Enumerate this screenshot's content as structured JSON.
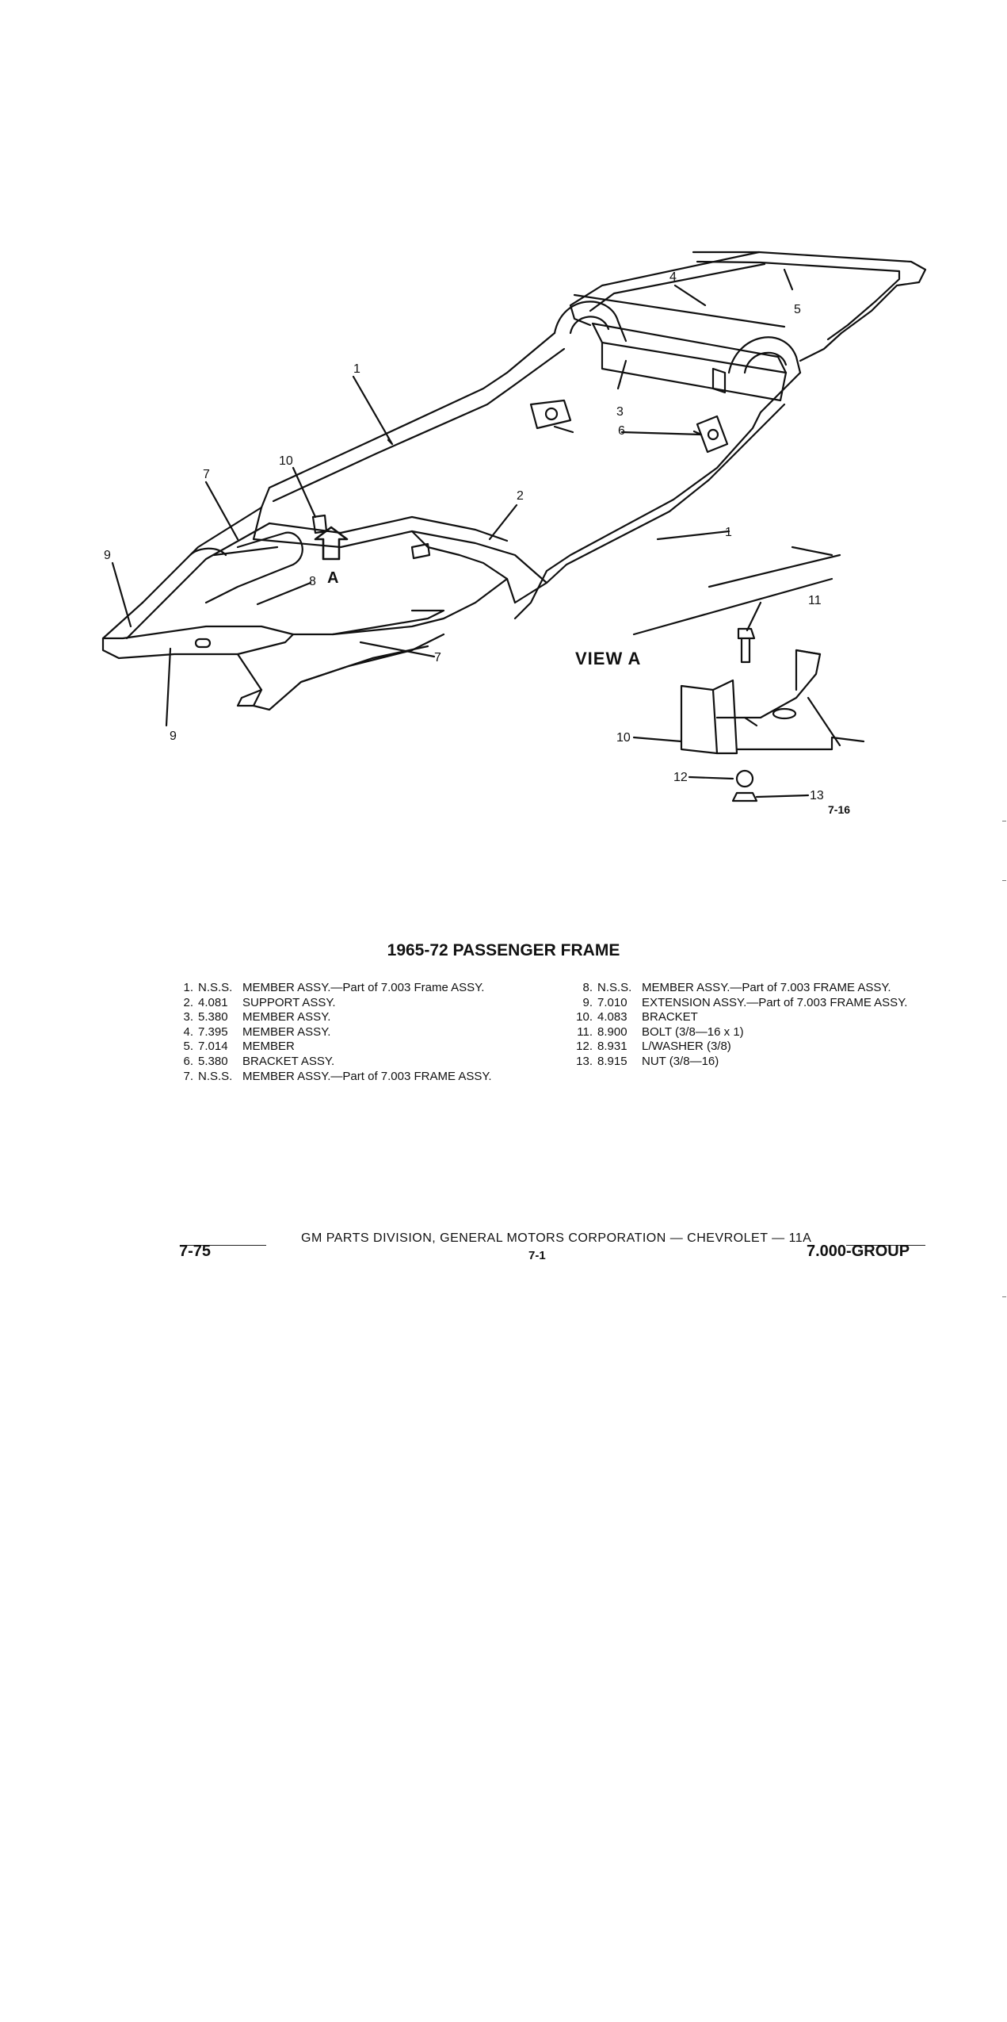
{
  "figure": {
    "callouts": {
      "c1a": "1",
      "c1b": "1",
      "c2": "2",
      "c3": "3",
      "c4": "4",
      "c5": "5",
      "c6": "6",
      "c7a": "7",
      "c7b": "7",
      "c8": "8",
      "c9a": "9",
      "c9b": "9",
      "c10a": "10",
      "c10b": "10",
      "c11": "11",
      "c12": "12",
      "c13": "13"
    },
    "arrow_label": "A",
    "view_label": "VIEW  A",
    "figure_number": "7-16"
  },
  "title": "1965-72 PASSENGER FRAME",
  "parts_left": [
    {
      "num": "1.",
      "code": "N.S.S.",
      "desc": "MEMBER ASSY.—Part of 7.003 Frame ASSY."
    },
    {
      "num": "2.",
      "code": "4.081",
      "desc": "SUPPORT ASSY."
    },
    {
      "num": "3.",
      "code": "5.380",
      "desc": "MEMBER ASSY."
    },
    {
      "num": "4.",
      "code": "7.395",
      "desc": "MEMBER ASSY."
    },
    {
      "num": "5.",
      "code": "7.014",
      "desc": "MEMBER"
    },
    {
      "num": "6.",
      "code": "5.380",
      "desc": "BRACKET ASSY."
    },
    {
      "num": "7.",
      "code": "N.S.S.",
      "desc": "MEMBER ASSY.—Part of 7.003 FRAME ASSY."
    }
  ],
  "parts_right": [
    {
      "num": "8.",
      "code": "N.S.S.",
      "desc": "MEMBER ASSY.—Part of 7.003 FRAME ASSY."
    },
    {
      "num": "9.",
      "code": "7.010",
      "desc": "EXTENSION ASSY.—Part of 7.003 FRAME ASSY."
    },
    {
      "num": "10.",
      "code": "4.083",
      "desc": "BRACKET"
    },
    {
      "num": "11.",
      "code": "8.900",
      "desc": "BOLT (3/8—16 x 1)"
    },
    {
      "num": "12.",
      "code": "8.931",
      "desc": "L/WASHER (3/8)"
    },
    {
      "num": "13.",
      "code": "8.915",
      "desc": "NUT (3/8—16)"
    }
  ],
  "footer": {
    "corporation": "GM PARTS DIVISION, GENERAL MOTORS CORPORATION — CHEVROLET — 11A",
    "page": "7-75",
    "center": "7-1",
    "group": "7.000-GROUP"
  }
}
